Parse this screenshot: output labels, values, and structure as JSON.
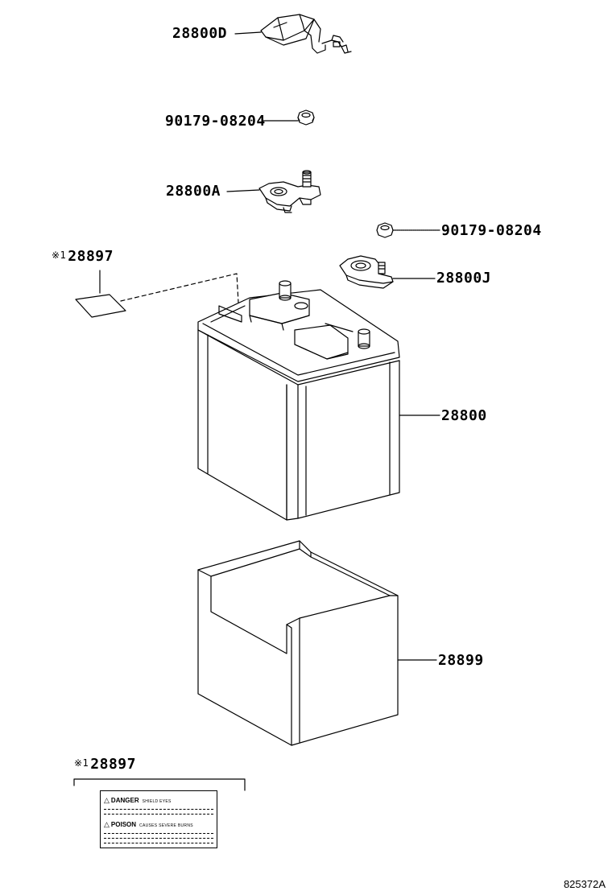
{
  "parts": {
    "p28800D": "28800D",
    "p90179_top": "90179-08204",
    "p28800A": "28800A",
    "p90179_right": "90179-08204",
    "p28897_top": "28897",
    "p28800J": "28800J",
    "p28800": "28800",
    "p28899": "28899",
    "p28897_bottom": "28897"
  },
  "note_mark": "※1",
  "label_sticker": {
    "danger_word": "DANGER",
    "danger_text": "SHIELD EYES",
    "poison_word": "POISON",
    "poison_text": "CAUSES SEVERE BURNS",
    "warning_symbol": "△"
  },
  "diagram_id": "825372A"
}
